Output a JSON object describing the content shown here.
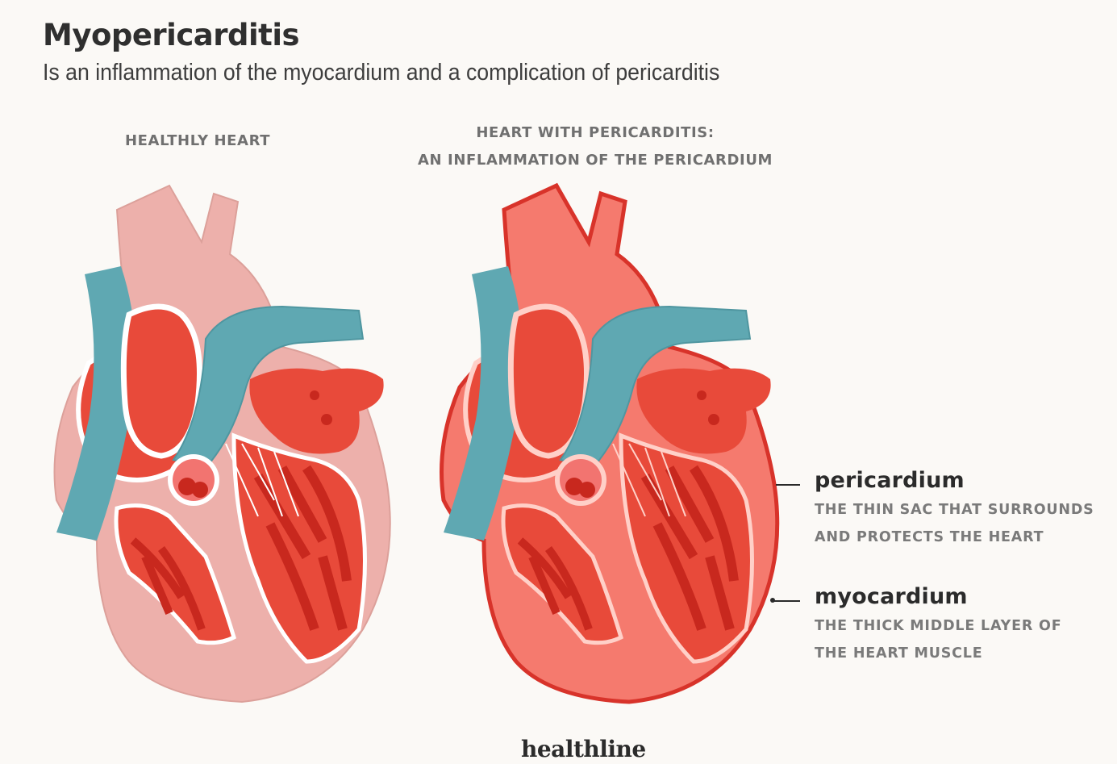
{
  "header": {
    "title": "Myopericarditis",
    "subtitle": "Is an inflammation of the myocardium and a complication of pericarditis"
  },
  "panels": {
    "healthy": {
      "caption": "HEALTHLY HEART"
    },
    "pericarditis": {
      "caption_line1": "HEART WITH PERICARDITIS:",
      "caption_line2": "AN INFLAMMATION OF THE PERICARDIUM"
    }
  },
  "callouts": {
    "pericardium": {
      "term": "pericardium",
      "desc_line1": "THE THIN SAC THAT SURROUNDS",
      "desc_line2": "AND PROTECTS THE HEART"
    },
    "myocardium": {
      "term": "myocardium",
      "desc_line1": "THE THICK MIDDLE LAYER OF",
      "desc_line2": "THE HEART MUSCLE"
    }
  },
  "footer": {
    "logo": "healthline"
  },
  "colors": {
    "healthy_sac": "#edb0ab",
    "inflamed_sac": "#f57a6e",
    "muscle": "#e84a3a",
    "muscle_dark": "#d8261c",
    "vessel_blue": "#5fa8b2",
    "background": "#fbf9f6"
  }
}
